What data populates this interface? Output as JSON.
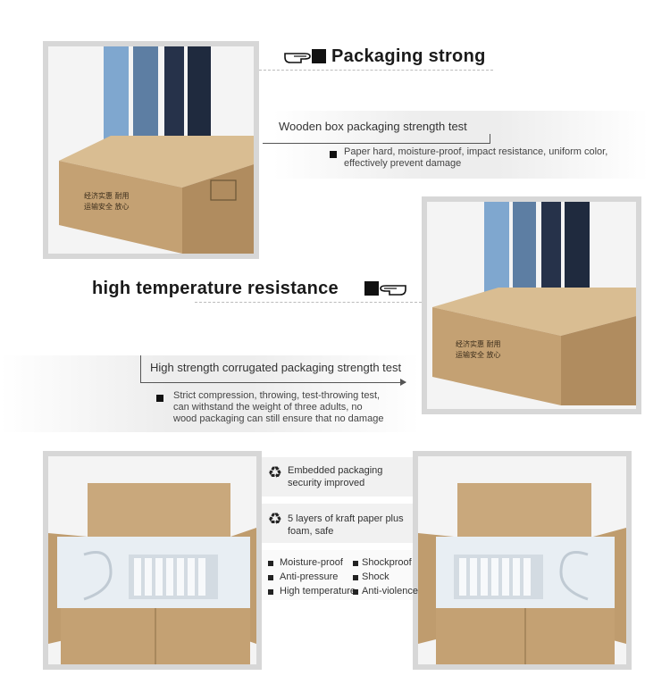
{
  "section1": {
    "title": "Packaging strong",
    "subtitle": "Wooden box packaging strength test",
    "description": "Paper hard, moisture-proof, impact resistance, uniform color, effectively prevent damage"
  },
  "section2": {
    "title": "high temperature resistance",
    "subtitle": "High strength corrugated packaging strength test",
    "description": "Strict compression, throwing, test-throwing test, can withstand the weight of three adults, no wood packaging can still ensure that no damage"
  },
  "section3": {
    "feature1": "Embedded packaging security improved",
    "feature2": "5 layers of kraft paper plus foam, safe",
    "properties": [
      "Moisture-proof",
      "Shockproof",
      "Anti-pressure",
      "Shock",
      "High temperature",
      "Anti-violence"
    ]
  },
  "box_print": {
    "line1": "经济实惠 耐用",
    "line2": "运输安全 放心"
  },
  "icons": {
    "hand_right": "hand-pointing-right-icon",
    "hand_left": "hand-pointing-left-icon",
    "recycle": "recycle-icon",
    "bullet": "square-bullet-icon"
  },
  "colors": {
    "frame": "#d7d7d7",
    "cardboard": "#c9a87c",
    "foam": "#e8eef3",
    "denim": "#7fa7cf"
  }
}
